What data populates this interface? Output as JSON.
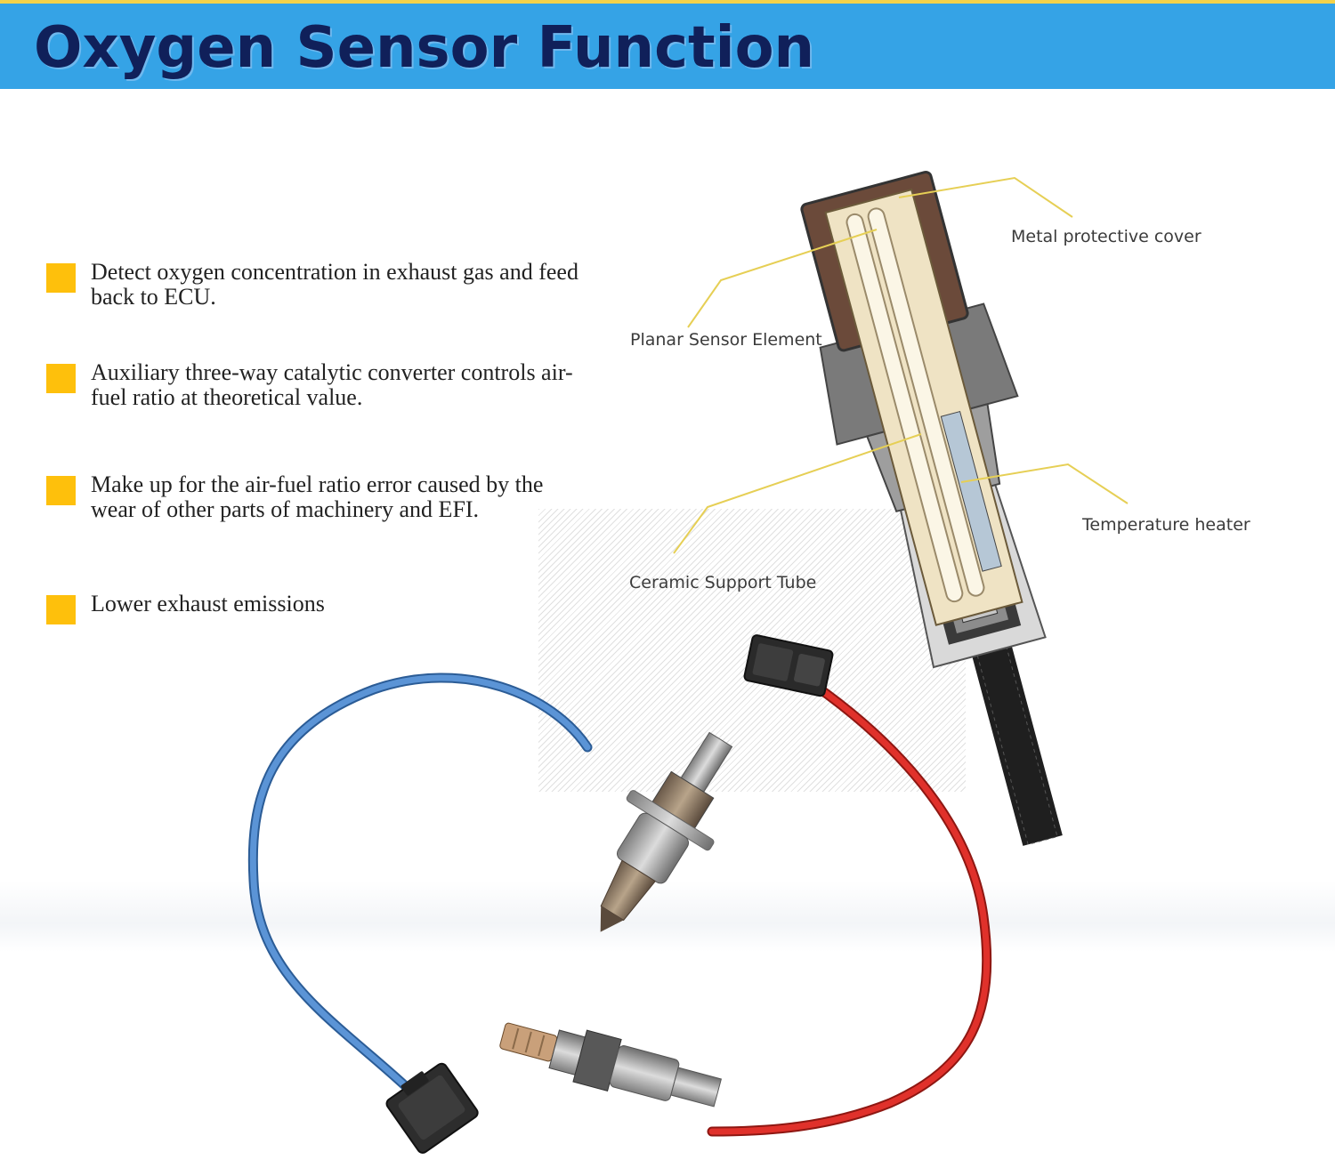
{
  "header": {
    "title": "Oxygen Sensor Function"
  },
  "bullets": [
    {
      "text": "Detect oxygen concentration in exhaust gas and feed back to ECU."
    },
    {
      "text": "Auxiliary three-way catalytic converter controls air-fuel ratio at theoretical value."
    },
    {
      "text": "Make up for the air-fuel ratio error caused by the wear of other parts of machinery and EFI."
    },
    {
      "text": "Lower exhaust emissions"
    }
  ],
  "diagram": {
    "labels": {
      "metal_cover": "Metal protective cover",
      "planar_element": "Planar Sensor  Element",
      "temperature_heater": "Temperature heater",
      "ceramic_tube": "Ceramic Support Tube"
    }
  },
  "colors": {
    "header_bg": "#35a3e6",
    "title_text": "#10205a",
    "bullet_square": "#fec00c",
    "leader_line": "#e6cf55",
    "blue_wire": "#5b94d6",
    "red_wire": "#e0312b"
  }
}
